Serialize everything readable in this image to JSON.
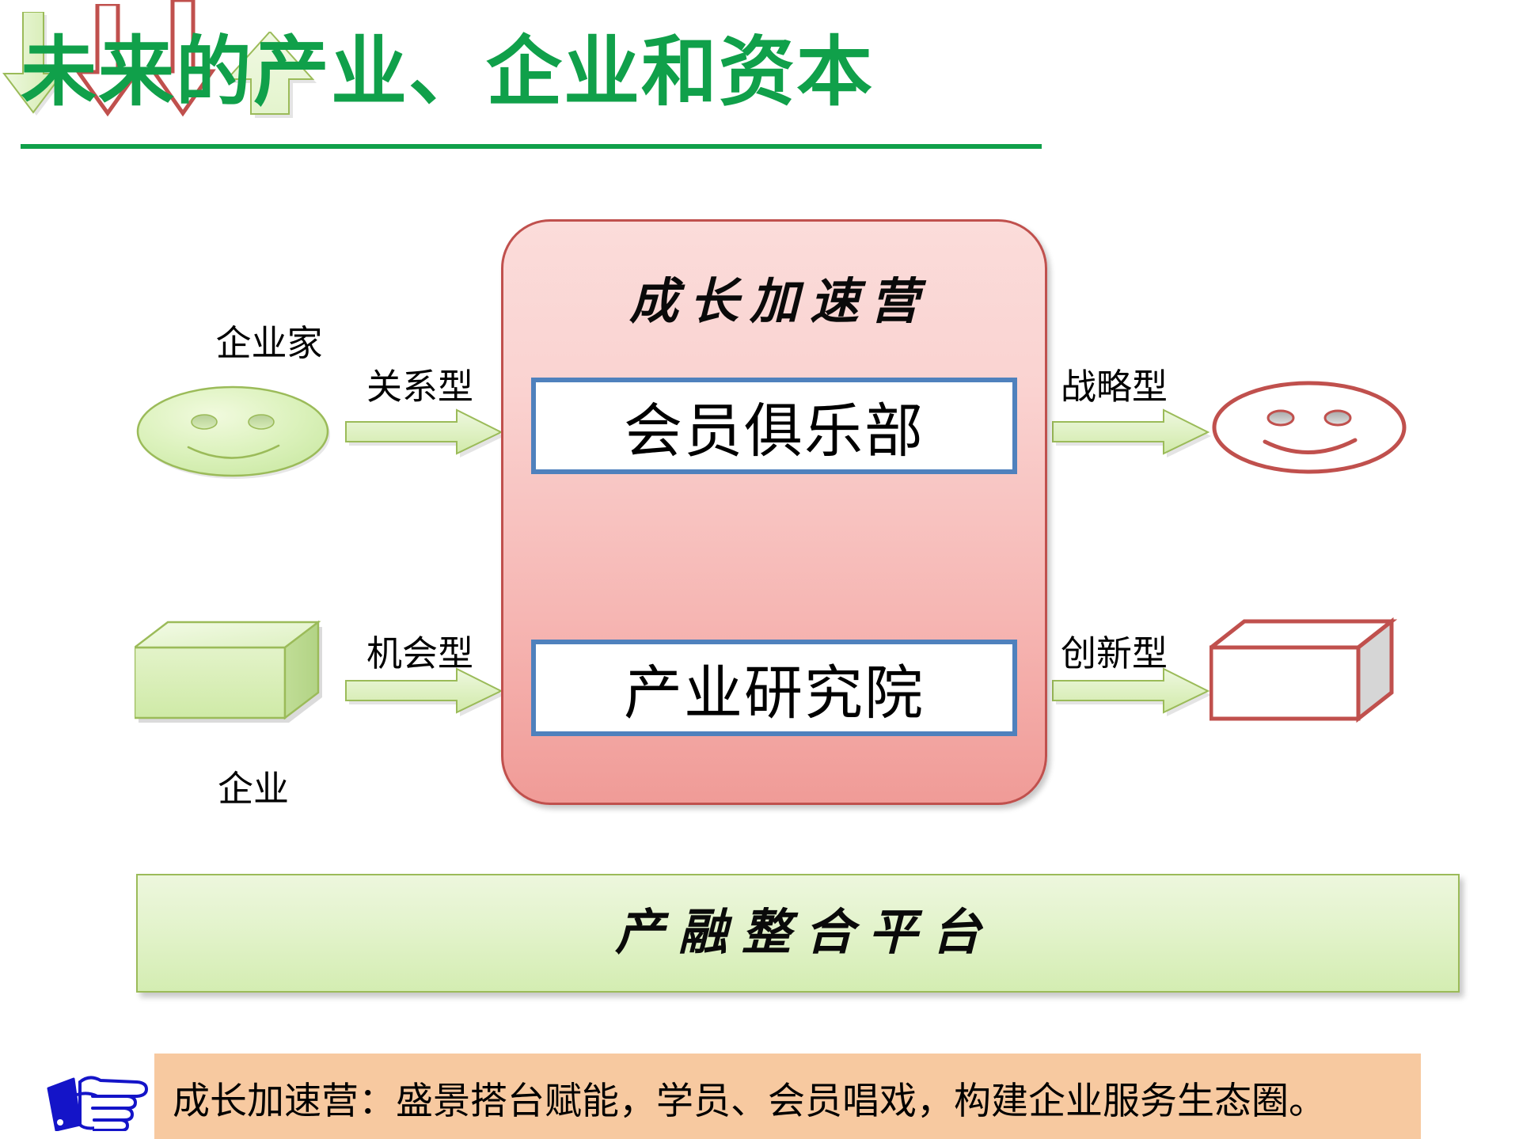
{
  "slide": {
    "title": "未来的产业、企业和资本",
    "title_color": "#10a04a"
  },
  "center_panel": {
    "name": "成长加速营",
    "border_color": "#c0504d",
    "cards": [
      {
        "id": "member-club",
        "label": "会员俱乐部",
        "border_color": "#4f81bd"
      },
      {
        "id": "research-institute",
        "label": "产业研究院",
        "border_color": "#4f81bd"
      }
    ]
  },
  "left_column": {
    "entrepreneur_label": "企业家",
    "enterprise_label": "企业",
    "shape_color": "#d6eeb0",
    "shape_border": "#9bbb59"
  },
  "right_column": {
    "shape_color": "#c0504d"
  },
  "arrows": [
    {
      "id": "relational",
      "label": "关系型",
      "color": "#9bbb59"
    },
    {
      "id": "opportunity",
      "label": "机会型",
      "color": "#9bbb59"
    },
    {
      "id": "strategic",
      "label": "战略型",
      "color": "#9bbb59"
    },
    {
      "id": "innovative",
      "label": "创新型",
      "color": "#9bbb59"
    }
  ],
  "platform": {
    "title": "产融整合平台",
    "fill": "#e3f3cc",
    "border": "#9bbb59"
  },
  "footnote": {
    "text": "成长加速营：盛景搭台赋能，学员、会员唱戏，构建企业服务生态圈。",
    "band_color": "#f7c9a0",
    "icon": "pointing-hand-icon",
    "icon_color": "#1414c8"
  }
}
